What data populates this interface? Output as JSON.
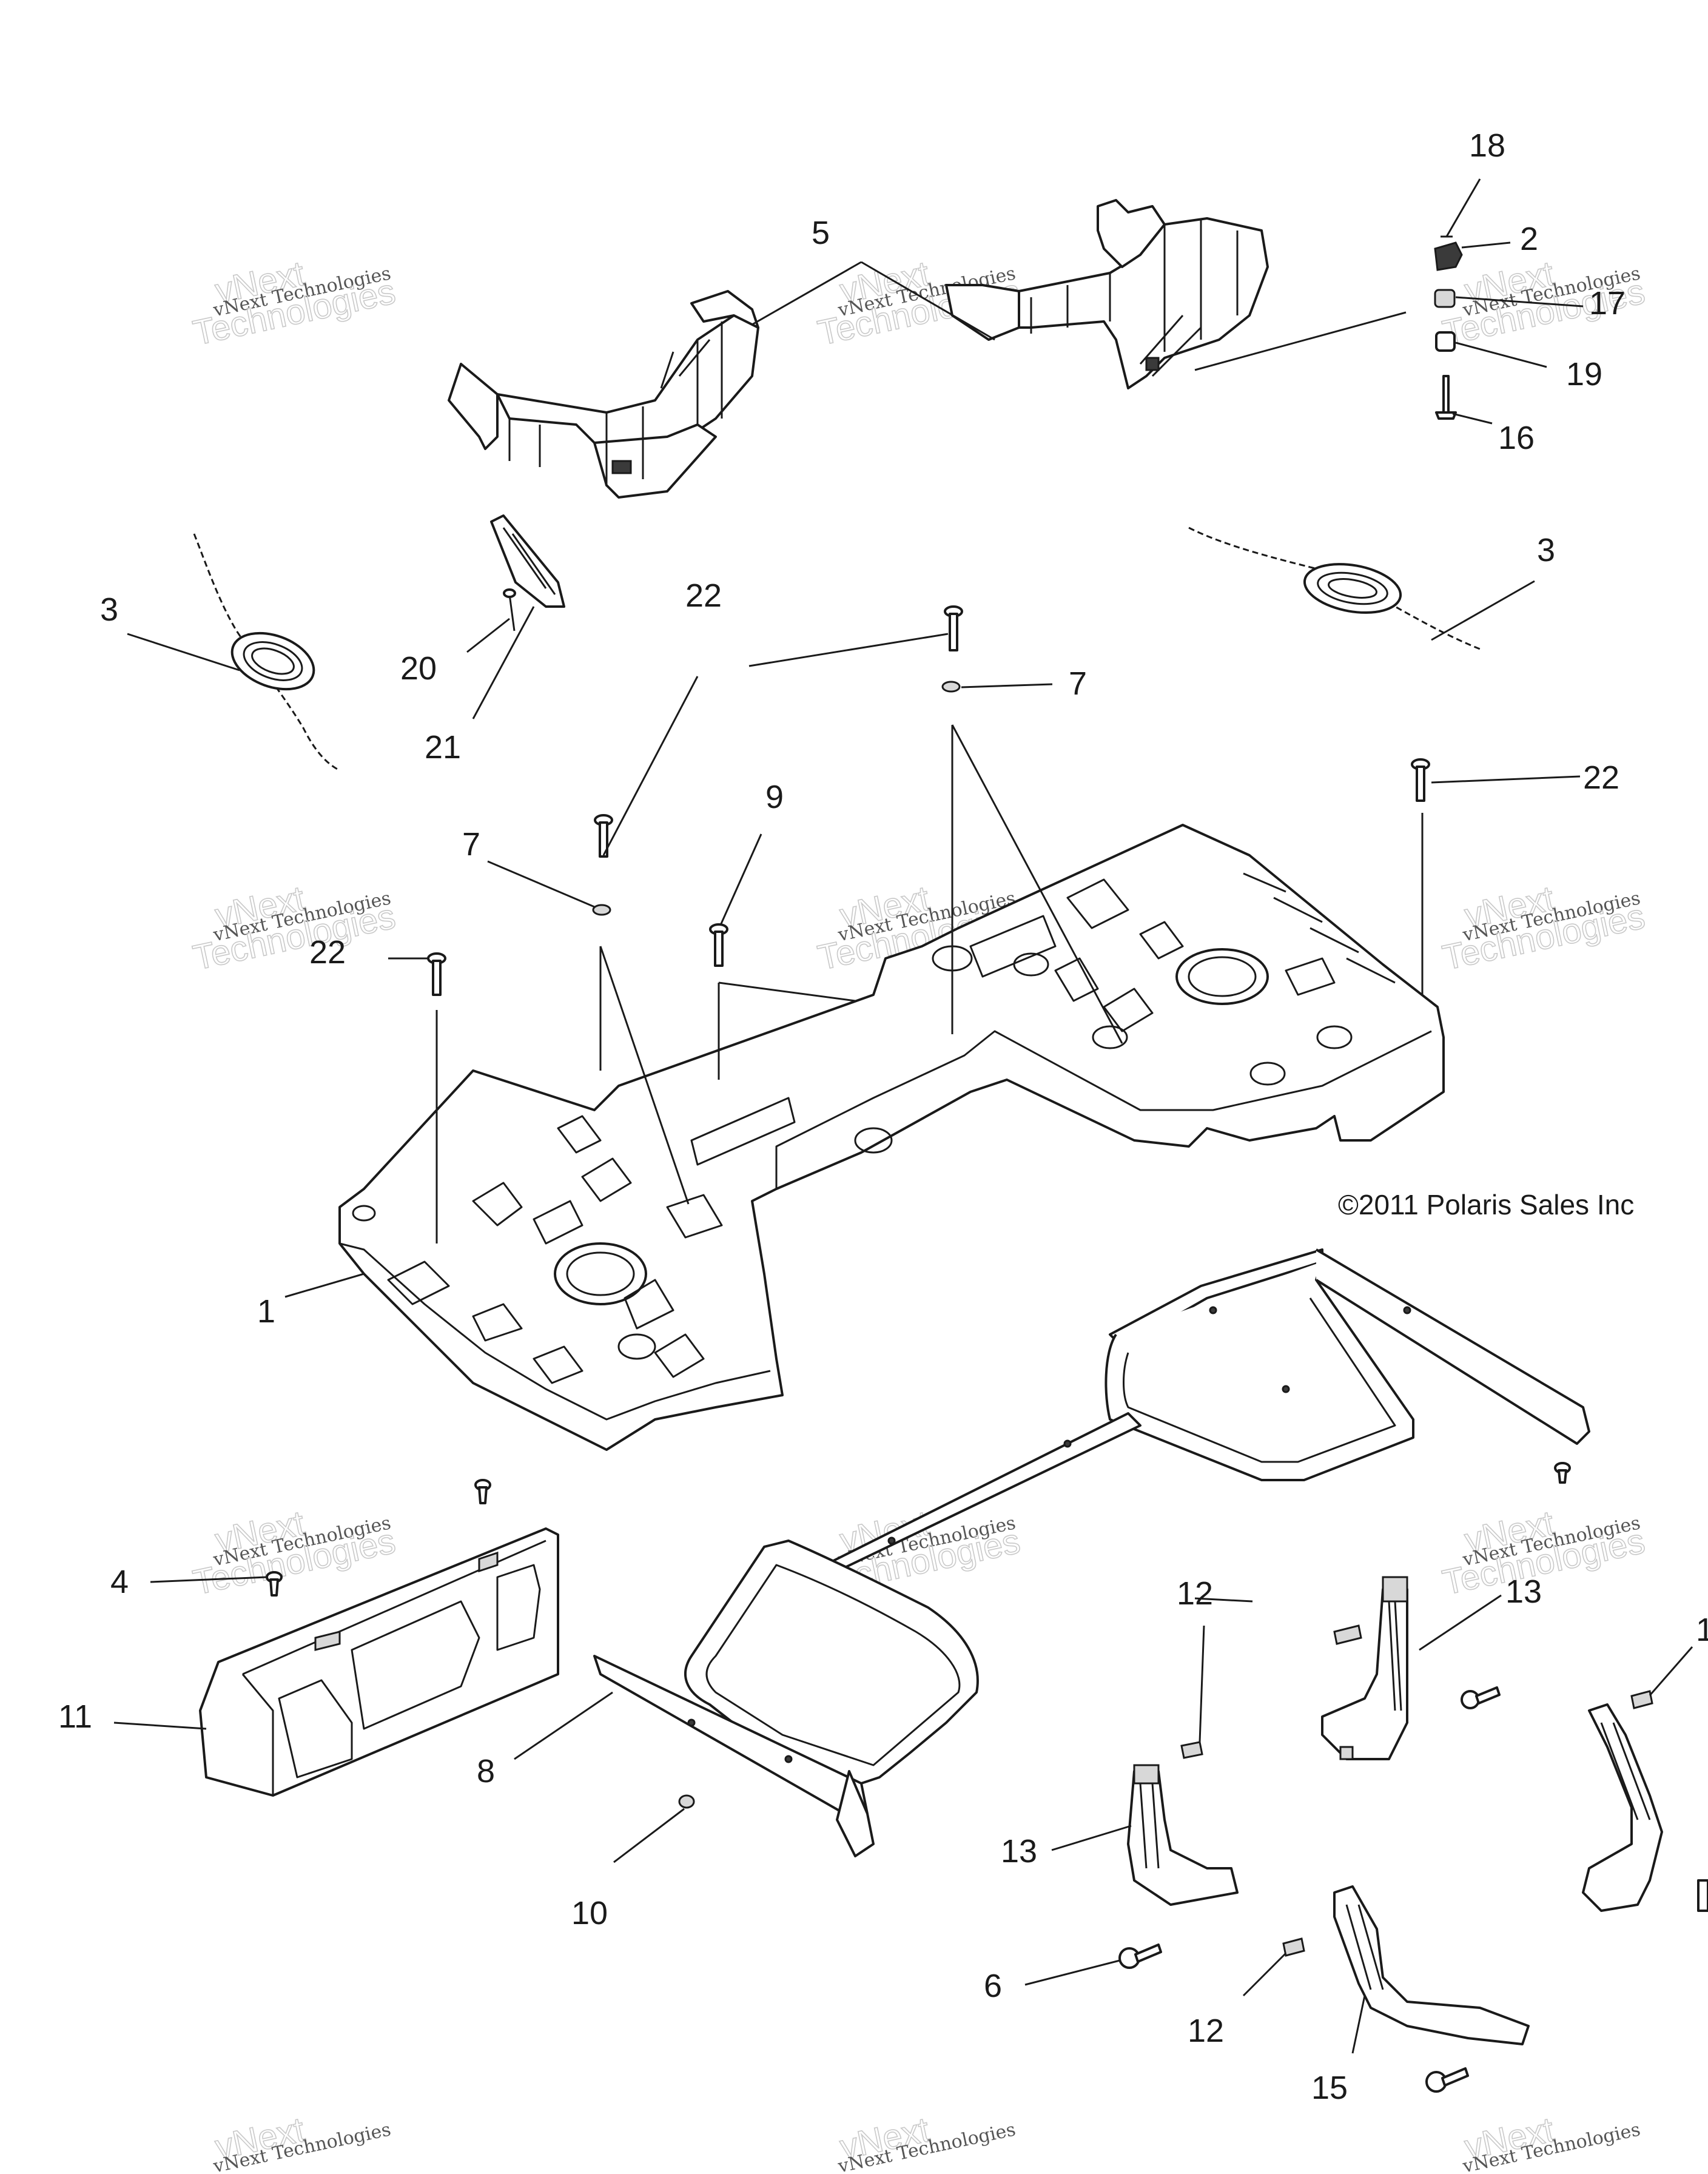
{
  "copyright": "©2011 Polaris Sales Inc",
  "watermark": {
    "line1": "vNext Technologies",
    "line2": "Technologies",
    "outline_text": "vNext"
  },
  "callouts": [
    {
      "id": "c18",
      "label": "18"
    },
    {
      "id": "c2",
      "label": "2"
    },
    {
      "id": "c5",
      "label": "5"
    },
    {
      "id": "c17",
      "label": "17"
    },
    {
      "id": "c19",
      "label": "19"
    },
    {
      "id": "c16",
      "label": "16"
    },
    {
      "id": "c3a",
      "label": "3"
    },
    {
      "id": "c3b",
      "label": "3"
    },
    {
      "id": "c20",
      "label": "20"
    },
    {
      "id": "c21",
      "label": "21"
    },
    {
      "id": "c22a",
      "label": "22"
    },
    {
      "id": "c7a",
      "label": "7"
    },
    {
      "id": "c22b",
      "label": "22"
    },
    {
      "id": "c9",
      "label": "9"
    },
    {
      "id": "c7b",
      "label": "7"
    },
    {
      "id": "c22c",
      "label": "22"
    },
    {
      "id": "c1",
      "label": "1"
    },
    {
      "id": "c4",
      "label": "4"
    },
    {
      "id": "c11",
      "label": "11"
    },
    {
      "id": "c8",
      "label": "8"
    },
    {
      "id": "c10",
      "label": "10"
    },
    {
      "id": "c12a",
      "label": "12"
    },
    {
      "id": "c13a",
      "label": "13"
    },
    {
      "id": "c13b",
      "label": "13"
    },
    {
      "id": "c6",
      "label": "6"
    },
    {
      "id": "c12b",
      "label": "12"
    },
    {
      "id": "c15",
      "label": "15"
    },
    {
      "id": "c14",
      "label": "1"
    }
  ]
}
